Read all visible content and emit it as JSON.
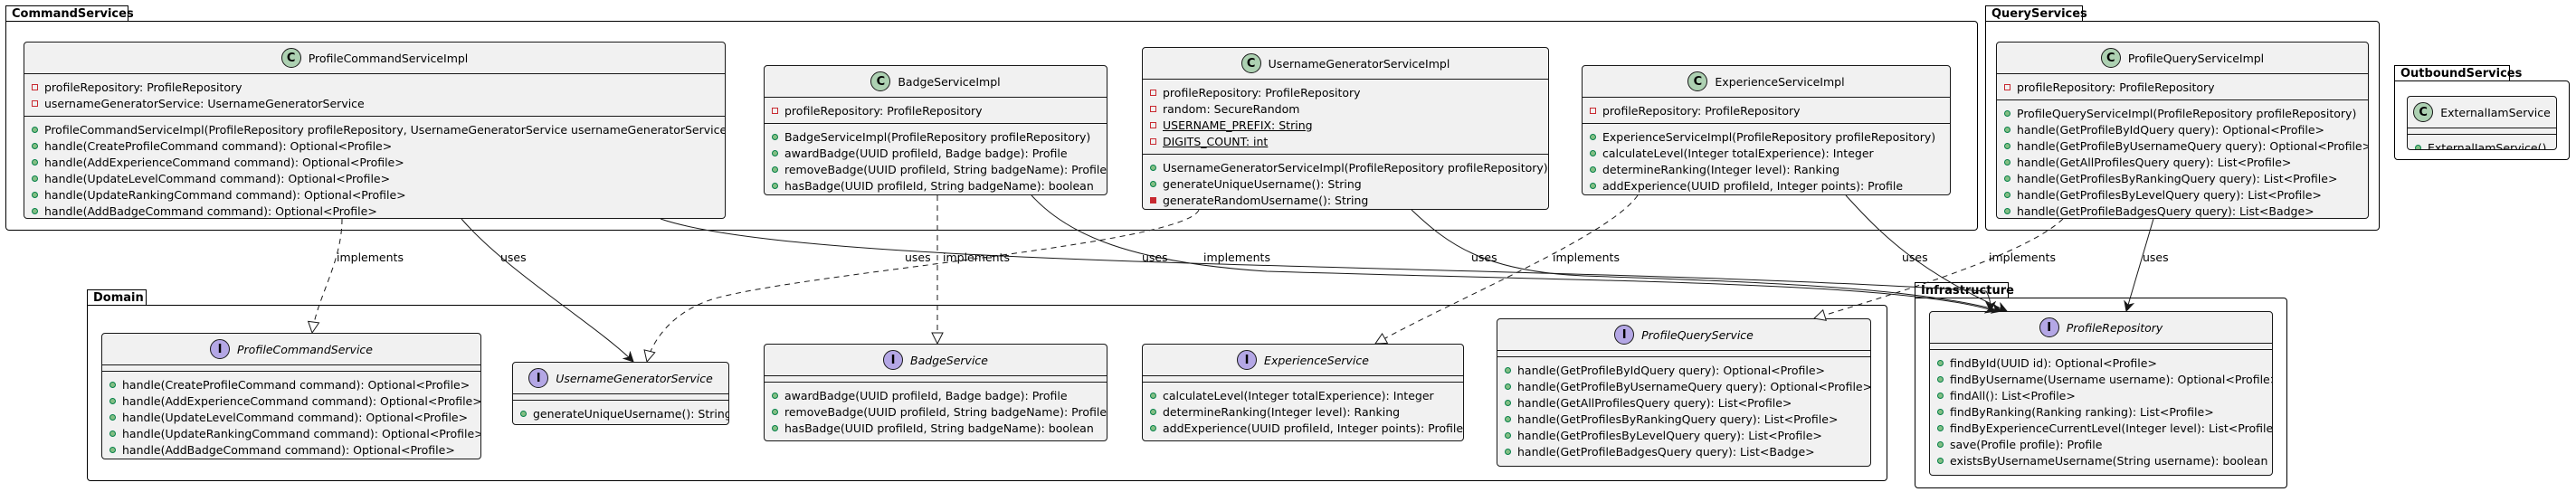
{
  "packages": {
    "command": "CommandServices",
    "query": "QueryServices",
    "outbound": "OutboundServices",
    "domain": "Domain",
    "infra": "Infrastructure"
  },
  "classes": {
    "profile_cmd_impl": {
      "badge": "C",
      "name": "ProfileCommandServiceImpl",
      "fields": [
        "profileRepository: ProfileRepository",
        "usernameGeneratorService: UsernameGeneratorService"
      ],
      "methods": [
        "ProfileCommandServiceImpl(ProfileRepository profileRepository, UsernameGeneratorService usernameGeneratorService)",
        "handle(CreateProfileCommand command): Optional<Profile>",
        "handle(AddExperienceCommand command): Optional<Profile>",
        "handle(UpdateLevelCommand command): Optional<Profile>",
        "handle(UpdateRankingCommand command): Optional<Profile>",
        "handle(AddBadgeCommand command): Optional<Profile>"
      ]
    },
    "badge_impl": {
      "badge": "C",
      "name": "BadgeServiceImpl",
      "fields": [
        "profileRepository: ProfileRepository"
      ],
      "methods": [
        "BadgeServiceImpl(ProfileRepository profileRepository)",
        "awardBadge(UUID profileId, Badge badge): Profile",
        "removeBadge(UUID profileId, String badgeName): Profile",
        "hasBadge(UUID profileId, String badgeName): boolean"
      ]
    },
    "username_impl": {
      "badge": "C",
      "name": "UsernameGeneratorServiceImpl",
      "fields": [
        "profileRepository: ProfileRepository",
        "random: SecureRandom",
        "USERNAME_PREFIX: String",
        "DIGITS_COUNT: int"
      ],
      "methods": [
        "UsernameGeneratorServiceImpl(ProfileRepository profileRepository)",
        "generateUniqueUsername(): String",
        "generateRandomUsername(): String"
      ]
    },
    "experience_impl": {
      "badge": "C",
      "name": "ExperienceServiceImpl",
      "fields": [
        "profileRepository: ProfileRepository"
      ],
      "methods": [
        "ExperienceServiceImpl(ProfileRepository profileRepository)",
        "calculateLevel(Integer totalExperience): Integer",
        "determineRanking(Integer level): Ranking",
        "addExperience(UUID profileId, Integer points): Profile"
      ]
    },
    "profile_query_impl": {
      "badge": "C",
      "name": "ProfileQueryServiceImpl",
      "fields": [
        "profileRepository: ProfileRepository"
      ],
      "methods": [
        "ProfileQueryServiceImpl(ProfileRepository profileRepository)",
        "handle(GetProfileByIdQuery query): Optional<Profile>",
        "handle(GetProfileByUsernameQuery query): Optional<Profile>",
        "handle(GetAllProfilesQuery query): List<Profile>",
        "handle(GetProfilesByRankingQuery query): List<Profile>",
        "handle(GetProfilesByLevelQuery query): List<Profile>",
        "handle(GetProfileBadgesQuery query): List<Badge>"
      ]
    },
    "external_iam": {
      "badge": "C",
      "name": "ExternalIamService",
      "fields": [],
      "methods": [
        "ExternalIamService()"
      ]
    },
    "profile_cmd_svc": {
      "badge": "I",
      "name": "ProfileCommandService",
      "methods": [
        "handle(CreateProfileCommand command): Optional<Profile>",
        "handle(AddExperienceCommand command): Optional<Profile>",
        "handle(UpdateLevelCommand command): Optional<Profile>",
        "handle(UpdateRankingCommand command): Optional<Profile>",
        "handle(AddBadgeCommand command): Optional<Profile>"
      ]
    },
    "username_svc": {
      "badge": "I",
      "name": "UsernameGeneratorService",
      "methods": [
        "generateUniqueUsername(): String"
      ]
    },
    "badge_svc": {
      "badge": "I",
      "name": "BadgeService",
      "methods": [
        "awardBadge(UUID profileId, Badge badge): Profile",
        "removeBadge(UUID profileId, String badgeName): Profile",
        "hasBadge(UUID profileId, String badgeName): boolean"
      ]
    },
    "experience_svc": {
      "badge": "I",
      "name": "ExperienceService",
      "methods": [
        "calculateLevel(Integer totalExperience): Integer",
        "determineRanking(Integer level): Ranking",
        "addExperience(UUID profileId, Integer points): Profile"
      ]
    },
    "profile_query_svc": {
      "badge": "I",
      "name": "ProfileQueryService",
      "methods": [
        "handle(GetProfileByIdQuery query): Optional<Profile>",
        "handle(GetProfileByUsernameQuery query): Optional<Profile>",
        "handle(GetAllProfilesQuery query): List<Profile>",
        "handle(GetProfilesByRankingQuery query): List<Profile>",
        "handle(GetProfilesByLevelQuery query): List<Profile>",
        "handle(GetProfileBadgesQuery query): List<Badge>"
      ]
    },
    "profile_repo": {
      "badge": "I",
      "name": "ProfileRepository",
      "methods": [
        "findById(UUID id): Optional<Profile>",
        "findByUsername(Username username): Optional<Profile>",
        "findAll(): List<Profile>",
        "findByRanking(Ranking ranking): List<Profile>",
        "findByExperienceCurrentLevel(Integer level): List<Profile>",
        "save(Profile profile): Profile",
        "existsByUsernameUsername(String username): boolean"
      ]
    }
  },
  "edge_labels": {
    "implements": "implements",
    "uses": "uses"
  },
  "colors": {
    "class_bg": "#f1f1f1",
    "class_badge": "#add1b2",
    "interface_badge": "#b4a7e5",
    "private_marker": "#c82930",
    "public_marker": "#84be84"
  }
}
